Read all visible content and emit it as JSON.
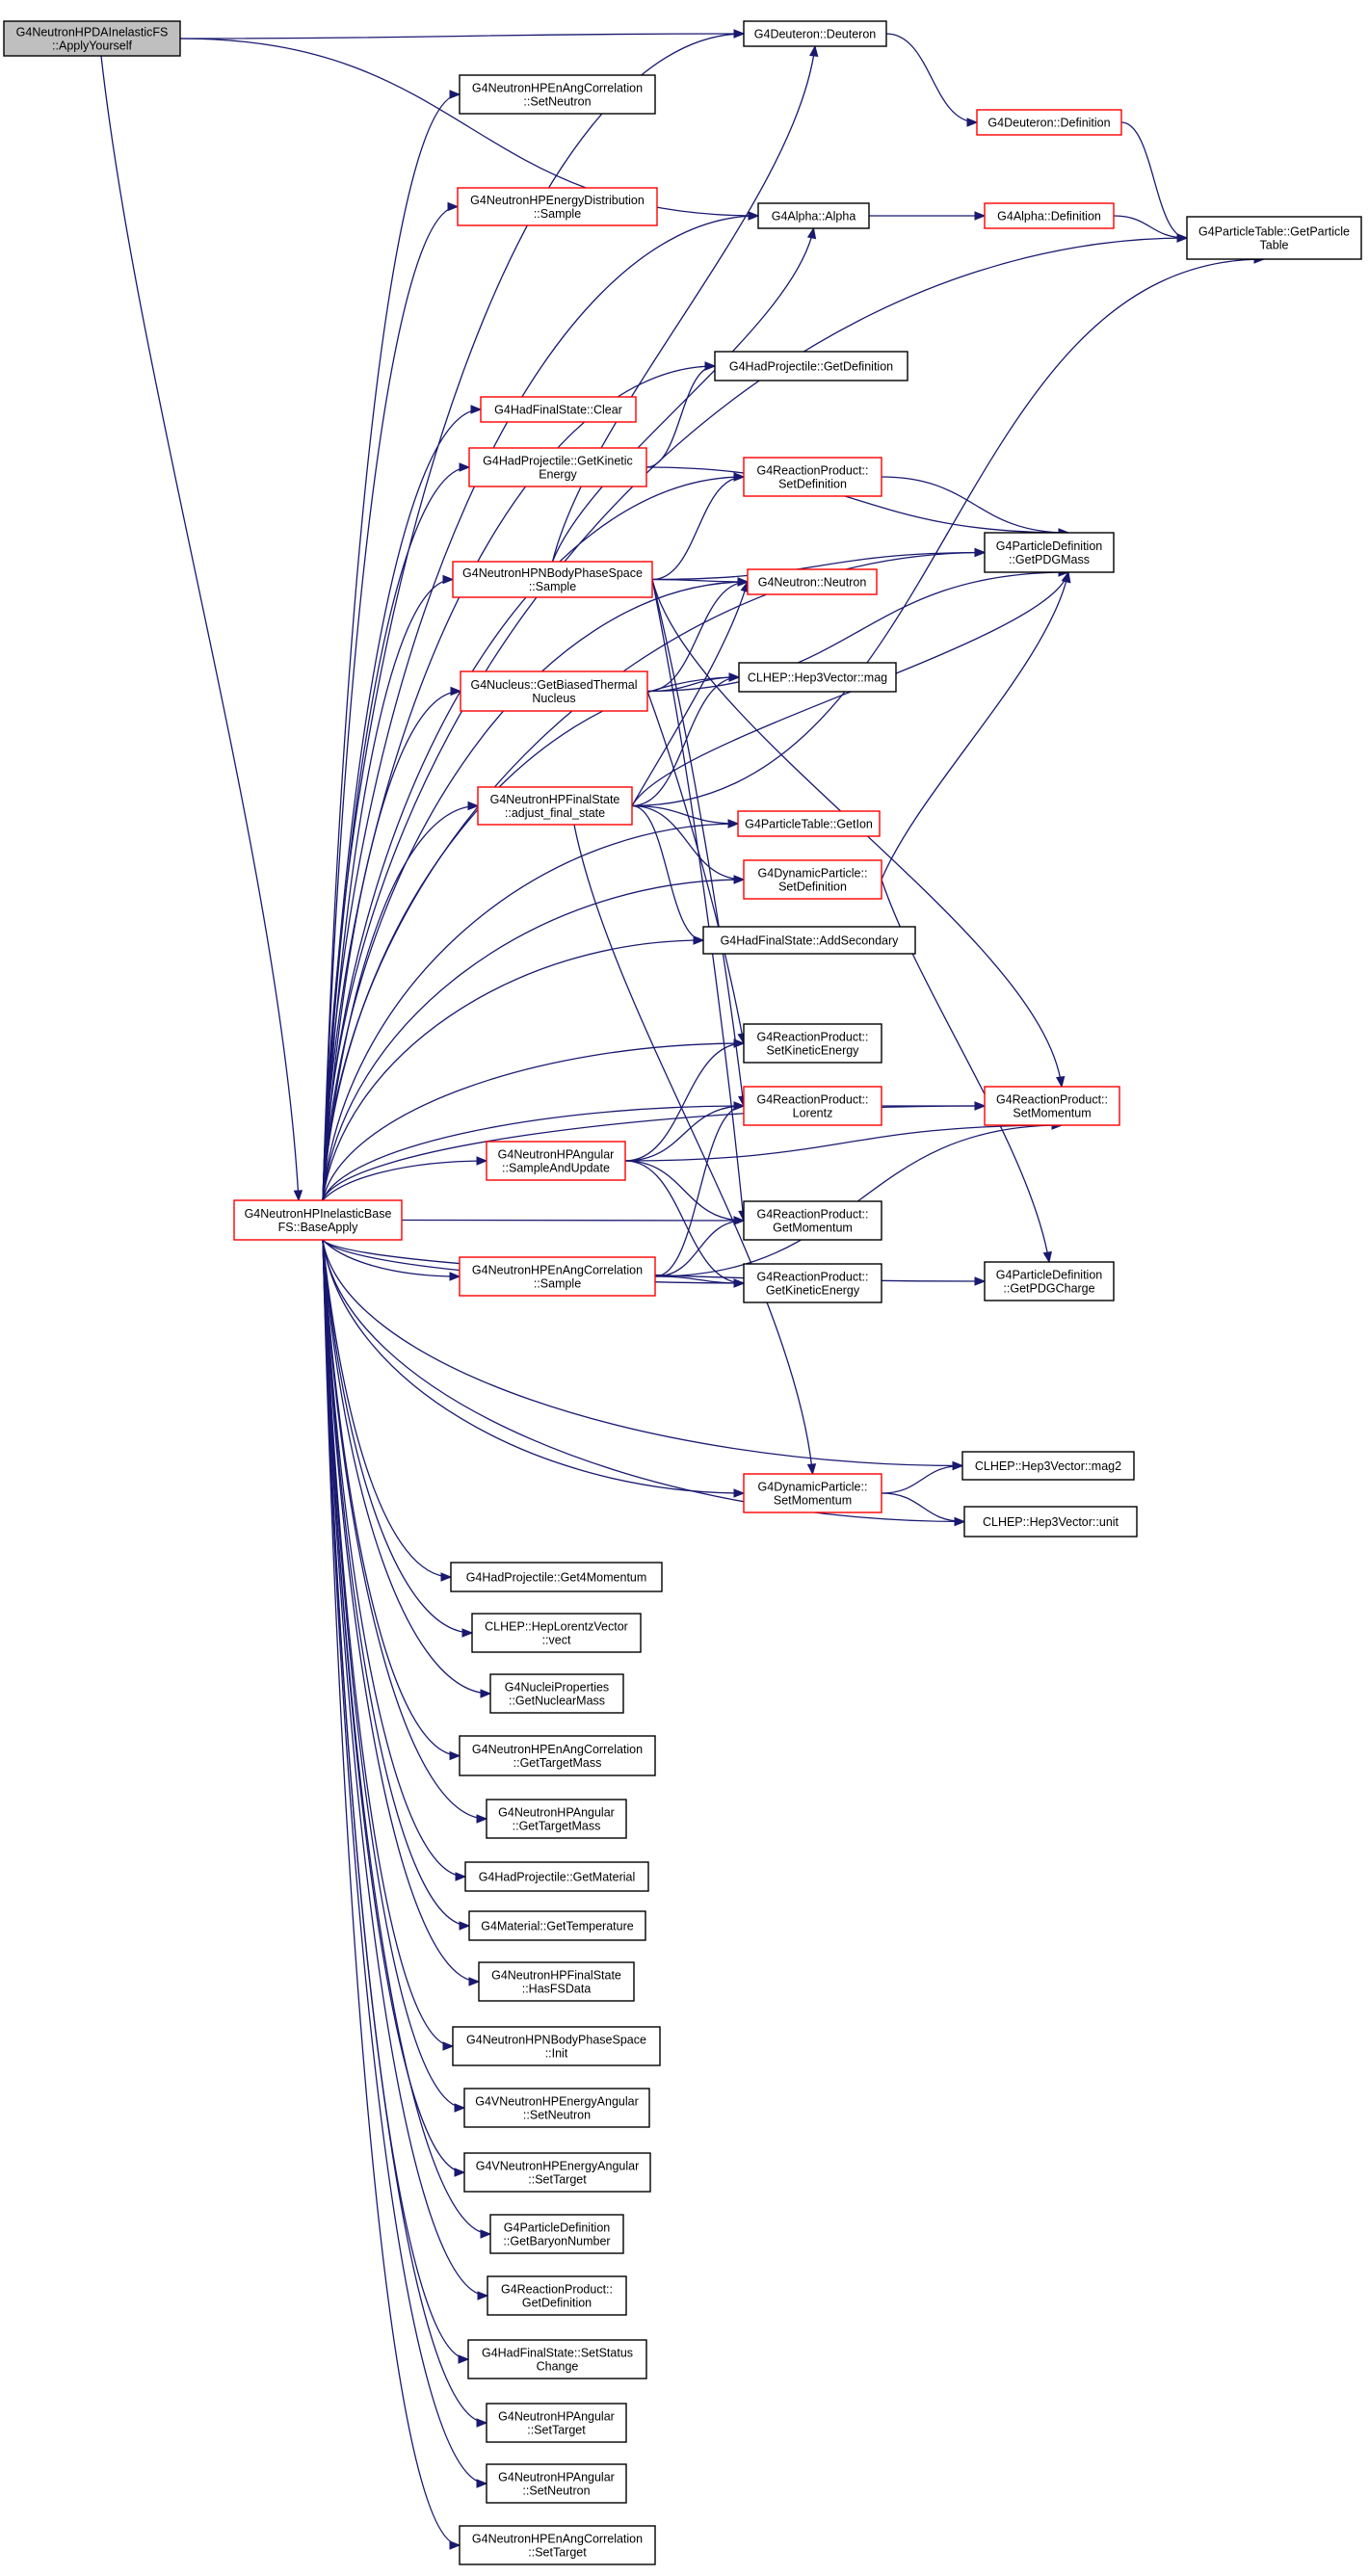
{
  "colors": {
    "edge": "#191970",
    "border_default": "#000000",
    "border_truncated": "#ff0000",
    "fill_default": "#ffffff",
    "fill_root": "#bfbfbf"
  },
  "nodes": [
    {
      "id": "apply",
      "lines": [
        "G4NeutronHPDAInelasticFS",
        "::ApplyYourself"
      ],
      "style": "root"
    },
    {
      "id": "base",
      "lines": [
        "G4NeutronHPInelasticBase",
        "FS::BaseApply"
      ],
      "style": "red"
    },
    {
      "id": "deut",
      "lines": [
        "G4Deuteron::Deuteron"
      ],
      "style": "black"
    },
    {
      "id": "deutdef",
      "lines": [
        "G4Deuteron::Definition"
      ],
      "style": "red"
    },
    {
      "id": "alpha",
      "lines": [
        "G4Alpha::Alpha"
      ],
      "style": "black"
    },
    {
      "id": "alphadef",
      "lines": [
        "G4Alpha::Definition"
      ],
      "style": "red"
    },
    {
      "id": "ptable",
      "lines": [
        "G4ParticleTable::GetParticle",
        "Table"
      ],
      "style": "black"
    },
    {
      "id": "angcorr_setn",
      "lines": [
        "G4NeutronHPEnAngCorrelation",
        "::SetNeutron"
      ],
      "style": "black"
    },
    {
      "id": "edist",
      "lines": [
        "G4NeutronHPEnergyDistribution",
        "::Sample"
      ],
      "style": "red"
    },
    {
      "id": "hp_getdef",
      "lines": [
        "G4HadProjectile::GetDefinition"
      ],
      "style": "black"
    },
    {
      "id": "hfs_clear",
      "lines": [
        "G4HadFinalState::Clear"
      ],
      "style": "red"
    },
    {
      "id": "hp_getke",
      "lines": [
        "G4HadProjectile::GetKinetic",
        "Energy"
      ],
      "style": "red"
    },
    {
      "id": "rp_setdef",
      "lines": [
        "G4ReactionProduct::",
        "SetDefinition"
      ],
      "style": "red"
    },
    {
      "id": "pdef_mass",
      "lines": [
        "G4ParticleDefinition",
        "::GetPDGMass"
      ],
      "style": "black"
    },
    {
      "id": "nbody",
      "lines": [
        "G4NeutronHPNBodyPhaseSpace",
        "::Sample"
      ],
      "style": "red"
    },
    {
      "id": "neutron",
      "lines": [
        "G4Neutron::Neutron"
      ],
      "style": "red"
    },
    {
      "id": "nucleus",
      "lines": [
        "G4Nucleus::GetBiasedThermal",
        "Nucleus"
      ],
      "style": "red"
    },
    {
      "id": "hep3mag",
      "lines": [
        "CLHEP::Hep3Vector::mag"
      ],
      "style": "black"
    },
    {
      "id": "adjust",
      "lines": [
        "G4NeutronHPFinalState",
        "::adjust_final_state"
      ],
      "style": "red"
    },
    {
      "id": "getion",
      "lines": [
        "G4ParticleTable::GetIon"
      ],
      "style": "red"
    },
    {
      "id": "dp_setdef",
      "lines": [
        "G4DynamicParticle::",
        "SetDefinition"
      ],
      "style": "red"
    },
    {
      "id": "addsec",
      "lines": [
        "G4HadFinalState::AddSecondary"
      ],
      "style": "black"
    },
    {
      "id": "rp_setke",
      "lines": [
        "G4ReactionProduct::",
        "SetKineticEnergy"
      ],
      "style": "black"
    },
    {
      "id": "rp_lorentz",
      "lines": [
        "G4ReactionProduct::",
        "Lorentz"
      ],
      "style": "red"
    },
    {
      "id": "rp_setmom",
      "lines": [
        "G4ReactionProduct::",
        "SetMomentum"
      ],
      "style": "red"
    },
    {
      "id": "ang_sau",
      "lines": [
        "G4NeutronHPAngular",
        "::SampleAndUpdate"
      ],
      "style": "red"
    },
    {
      "id": "rp_getmom",
      "lines": [
        "G4ReactionProduct::",
        "GetMomentum"
      ],
      "style": "black"
    },
    {
      "id": "angcorr_sample",
      "lines": [
        "G4NeutronHPEnAngCorrelation",
        "::Sample"
      ],
      "style": "red"
    },
    {
      "id": "rp_getke",
      "lines": [
        "G4ReactionProduct::",
        "GetKineticEnergy"
      ],
      "style": "black"
    },
    {
      "id": "pdef_charge",
      "lines": [
        "G4ParticleDefinition",
        "::GetPDGCharge"
      ],
      "style": "black"
    },
    {
      "id": "hep3mag2",
      "lines": [
        "CLHEP::Hep3Vector::mag2"
      ],
      "style": "black"
    },
    {
      "id": "dp_setmom",
      "lines": [
        "G4DynamicParticle::",
        "SetMomentum"
      ],
      "style": "red"
    },
    {
      "id": "hep3unit",
      "lines": [
        "CLHEP::Hep3Vector::unit"
      ],
      "style": "black"
    },
    {
      "id": "hp_get4mom",
      "lines": [
        "G4HadProjectile::Get4Momentum"
      ],
      "style": "black"
    },
    {
      "id": "lv_vect",
      "lines": [
        "CLHEP::HepLorentzVector",
        "::vect"
      ],
      "style": "black"
    },
    {
      "id": "nucmass",
      "lines": [
        "G4NucleiProperties",
        "::GetNuclearMass"
      ],
      "style": "black"
    },
    {
      "id": "angcorr_tm",
      "lines": [
        "G4NeutronHPEnAngCorrelation",
        "::GetTargetMass"
      ],
      "style": "black"
    },
    {
      "id": "ang_tm",
      "lines": [
        "G4NeutronHPAngular",
        "::GetTargetMass"
      ],
      "style": "black"
    },
    {
      "id": "hp_getmat",
      "lines": [
        "G4HadProjectile::GetMaterial"
      ],
      "style": "black"
    },
    {
      "id": "mat_temp",
      "lines": [
        "G4Material::GetTemperature"
      ],
      "style": "black"
    },
    {
      "id": "fs_hasdata",
      "lines": [
        "G4NeutronHPFinalState",
        "::HasFSData"
      ],
      "style": "black"
    },
    {
      "id": "nbody_init",
      "lines": [
        "G4NeutronHPNBodyPhaseSpace",
        "::Init"
      ],
      "style": "black"
    },
    {
      "id": "vea_setn",
      "lines": [
        "G4VNeutronHPEnergyAngular",
        "::SetNeutron"
      ],
      "style": "black"
    },
    {
      "id": "vea_sett",
      "lines": [
        "G4VNeutronHPEnergyAngular",
        "::SetTarget"
      ],
      "style": "black"
    },
    {
      "id": "pdef_baryon",
      "lines": [
        "G4ParticleDefinition",
        "::GetBaryonNumber"
      ],
      "style": "black"
    },
    {
      "id": "rp_getdef",
      "lines": [
        "G4ReactionProduct::",
        "GetDefinition"
      ],
      "style": "black"
    },
    {
      "id": "hfs_status",
      "lines": [
        "G4HadFinalState::SetStatus",
        "Change"
      ],
      "style": "black"
    },
    {
      "id": "ang_sett",
      "lines": [
        "G4NeutronHPAngular",
        "::SetTarget"
      ],
      "style": "black"
    },
    {
      "id": "ang_setn",
      "lines": [
        "G4NeutronHPAngular",
        "::SetNeutron"
      ],
      "style": "black"
    },
    {
      "id": "angcorr_sett",
      "lines": [
        "G4NeutronHPEnAngCorrelation",
        "::SetTarget"
      ],
      "style": "black"
    }
  ],
  "edges": [
    [
      "apply",
      "deut"
    ],
    [
      "apply",
      "alpha"
    ],
    [
      "apply",
      "base"
    ],
    [
      "deut",
      "deutdef"
    ],
    [
      "deutdef",
      "ptable"
    ],
    [
      "alpha",
      "alphadef"
    ],
    [
      "alphadef",
      "ptable"
    ],
    [
      "base",
      "deut"
    ],
    [
      "base",
      "angcorr_setn"
    ],
    [
      "base",
      "alpha"
    ],
    [
      "base",
      "edist"
    ],
    [
      "base",
      "ptable"
    ],
    [
      "base",
      "pdef_mass"
    ],
    [
      "base",
      "hp_getdef"
    ],
    [
      "base",
      "hfs_clear"
    ],
    [
      "base",
      "hp_getke"
    ],
    [
      "base",
      "rp_setdef"
    ],
    [
      "base",
      "nbody"
    ],
    [
      "base",
      "neutron"
    ],
    [
      "base",
      "nucleus"
    ],
    [
      "base",
      "hep3mag"
    ],
    [
      "base",
      "adjust"
    ],
    [
      "base",
      "getion"
    ],
    [
      "base",
      "dp_setdef"
    ],
    [
      "base",
      "addsec"
    ],
    [
      "base",
      "rp_setmom"
    ],
    [
      "base",
      "rp_setke"
    ],
    [
      "base",
      "rp_lorentz"
    ],
    [
      "base",
      "ang_sau"
    ],
    [
      "base",
      "rp_getmom"
    ],
    [
      "base",
      "angcorr_sample"
    ],
    [
      "base",
      "rp_getke"
    ],
    [
      "base",
      "pdef_charge"
    ],
    [
      "base",
      "hep3mag2"
    ],
    [
      "base",
      "dp_setmom"
    ],
    [
      "base",
      "hep3unit"
    ],
    [
      "base",
      "hp_get4mom"
    ],
    [
      "base",
      "lv_vect"
    ],
    [
      "base",
      "nucmass"
    ],
    [
      "base",
      "angcorr_tm"
    ],
    [
      "base",
      "ang_tm"
    ],
    [
      "base",
      "hp_getmat"
    ],
    [
      "base",
      "mat_temp"
    ],
    [
      "base",
      "fs_hasdata"
    ],
    [
      "base",
      "nbody_init"
    ],
    [
      "base",
      "vea_setn"
    ],
    [
      "base",
      "vea_sett"
    ],
    [
      "base",
      "pdef_baryon"
    ],
    [
      "base",
      "rp_getdef"
    ],
    [
      "base",
      "hfs_status"
    ],
    [
      "base",
      "ang_sett"
    ],
    [
      "base",
      "ang_setn"
    ],
    [
      "base",
      "angcorr_sett"
    ],
    [
      "hp_getke",
      "hp_getdef"
    ],
    [
      "hp_getke",
      "pdef_mass"
    ],
    [
      "rp_setdef",
      "pdef_mass"
    ],
    [
      "nbody",
      "deut"
    ],
    [
      "nbody",
      "alpha"
    ],
    [
      "nbody",
      "rp_setdef"
    ],
    [
      "nbody",
      "pdef_mass"
    ],
    [
      "nbody",
      "neutron"
    ],
    [
      "nbody",
      "rp_setmom"
    ],
    [
      "nbody",
      "rp_lorentz"
    ],
    [
      "nbody",
      "rp_getmom"
    ],
    [
      "nucleus",
      "neutron"
    ],
    [
      "nucleus",
      "pdef_mass"
    ],
    [
      "nucleus",
      "hep3mag"
    ],
    [
      "nucleus",
      "rp_setke"
    ],
    [
      "adjust",
      "neutron"
    ],
    [
      "adjust",
      "hep3mag"
    ],
    [
      "adjust",
      "pdef_mass"
    ],
    [
      "adjust",
      "ptable"
    ],
    [
      "adjust",
      "getion"
    ],
    [
      "adjust",
      "dp_setdef"
    ],
    [
      "adjust",
      "addsec"
    ],
    [
      "adjust",
      "dp_setmom"
    ],
    [
      "dp_setdef",
      "pdef_mass"
    ],
    [
      "dp_setdef",
      "pdef_charge"
    ],
    [
      "rp_lorentz",
      "rp_setmom"
    ],
    [
      "ang_sau",
      "rp_setke"
    ],
    [
      "ang_sau",
      "rp_lorentz"
    ],
    [
      "ang_sau",
      "rp_setmom"
    ],
    [
      "ang_sau",
      "rp_getmom"
    ],
    [
      "ang_sau",
      "rp_getke"
    ],
    [
      "angcorr_sample",
      "rp_lorentz"
    ],
    [
      "angcorr_sample",
      "rp_getmom"
    ],
    [
      "angcorr_sample",
      "rp_getke"
    ],
    [
      "angcorr_sample",
      "rp_setmom"
    ],
    [
      "dp_setmom",
      "hep3mag2"
    ],
    [
      "dp_setmom",
      "hep3unit"
    ]
  ]
}
